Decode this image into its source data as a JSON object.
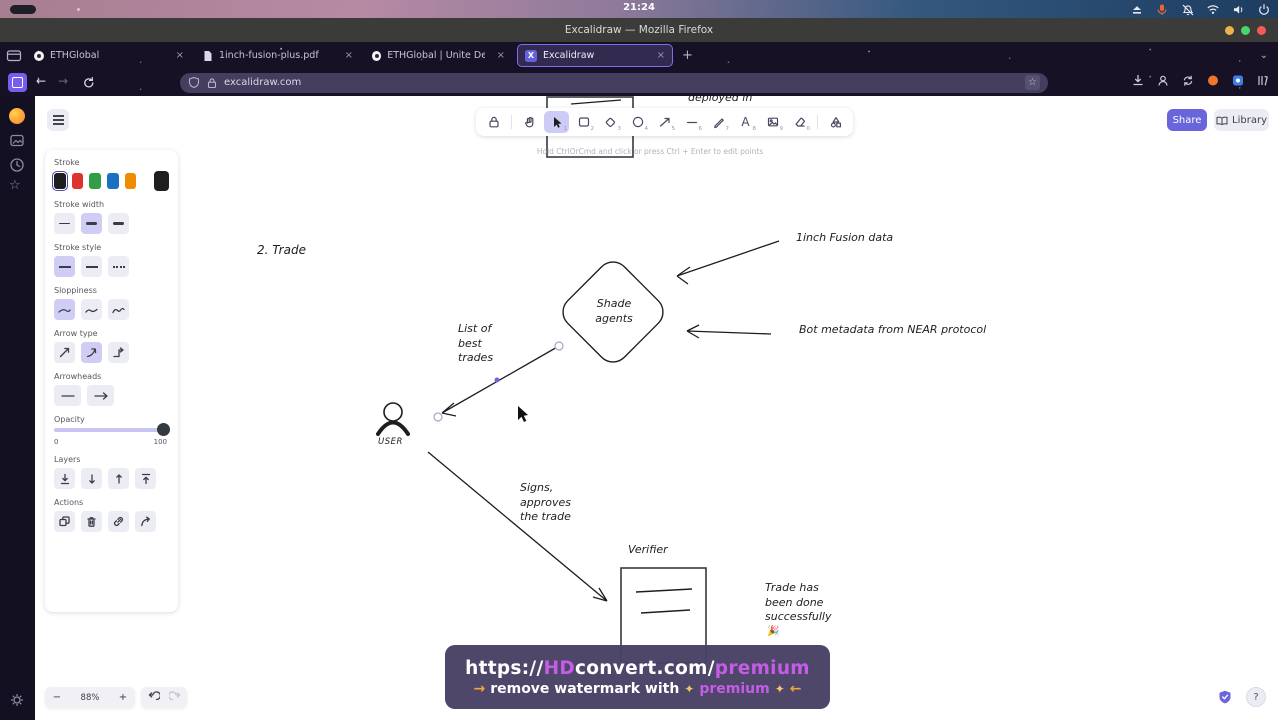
{
  "desktop": {
    "time": "21:24",
    "tray_icons": [
      "eject-icon",
      "microphone-icon",
      "notifications-off-icon",
      "wifi-icon",
      "volume-icon",
      "power-icon"
    ]
  },
  "titlebar": {
    "title": "Excalidraw — Mozilla Firefox"
  },
  "browser": {
    "tabs": [
      {
        "label": "ETHGlobal"
      },
      {
        "label": "1inch-fusion-plus.pdf"
      },
      {
        "label": "ETHGlobal | Unite Defi"
      },
      {
        "label": "Excalidraw",
        "active": true
      }
    ],
    "close_glyph": "×",
    "new_tab_glyph": "+",
    "list_tabs_glyph": "⌄",
    "nav": {
      "back": "←",
      "forward": "→"
    },
    "url": "excalidraw.com",
    "bookmark_star": "☆"
  },
  "app": {
    "share_label": "Share",
    "library_label": "Library",
    "hint": "Hold CtrlOrCmd and click or press Ctrl + Enter to edit points",
    "tools": [
      {
        "name": "lock",
        "shortcut": ""
      },
      {
        "name": "hand",
        "shortcut": ""
      },
      {
        "name": "selection",
        "shortcut": "1",
        "active": true
      },
      {
        "name": "rectangle",
        "shortcut": "2"
      },
      {
        "name": "diamond",
        "shortcut": "3"
      },
      {
        "name": "ellipse",
        "shortcut": "4"
      },
      {
        "name": "arrow",
        "shortcut": "5"
      },
      {
        "name": "line",
        "shortcut": "6"
      },
      {
        "name": "draw",
        "shortcut": "7"
      },
      {
        "name": "text",
        "shortcut": "8"
      },
      {
        "name": "image",
        "shortcut": "9"
      },
      {
        "name": "eraser",
        "shortcut": "0"
      },
      {
        "name": "more-tools",
        "shortcut": ""
      }
    ],
    "text_tool_glyph": "A",
    "panel": {
      "stroke_label": "Stroke",
      "stroke_colors": [
        "#1e1e1e",
        "#e03131",
        "#2f9e44",
        "#1971c2",
        "#f08c00"
      ],
      "current_stroke": "#1e1e1e",
      "stroke_width_label": "Stroke width",
      "stroke_style_label": "Stroke style",
      "sloppiness_label": "Sloppiness",
      "arrow_type_label": "Arrow type",
      "arrowheads_label": "Arrowheads",
      "opacity_label": "Opacity",
      "opacity_min": "0",
      "opacity_max": "100",
      "opacity_value": 100,
      "layers_label": "Layers",
      "actions_label": "Actions"
    },
    "zoom": {
      "out": "−",
      "value": "88%",
      "in": "+"
    }
  },
  "canvas": {
    "deployed_in": "deployed in",
    "step_label": "2. Trade",
    "shade_agents": "Shade\nagents",
    "fusion_label": "1inch Fusion data",
    "bot_metadata_label": "Bot metadata from NEAR protocol",
    "list_best": "List of\nbest\ntrades",
    "user_label": "USER",
    "signs": "Signs,\napproves\nthe trade",
    "verifier_label": "Verifier",
    "trade_done": "Trade has\nbeen done\nsuccessfully",
    "trade_done_emoji": "🎉"
  },
  "watermark": {
    "url": {
      "prefix": "https://",
      "hd": "HD",
      "mid": "convert.com/",
      "premium": "premium"
    },
    "cta": {
      "arrow_start": "→",
      "text": "remove watermark with",
      "sparkle": "✦",
      "premium": "premium",
      "sparkle2": "✦",
      "arrow_end": "←"
    }
  },
  "colors": {
    "accent": "#6965db",
    "watermark_bg": "#494165",
    "premium_text": "#c55ce8",
    "watermark_arrow": "#f2a33c"
  }
}
